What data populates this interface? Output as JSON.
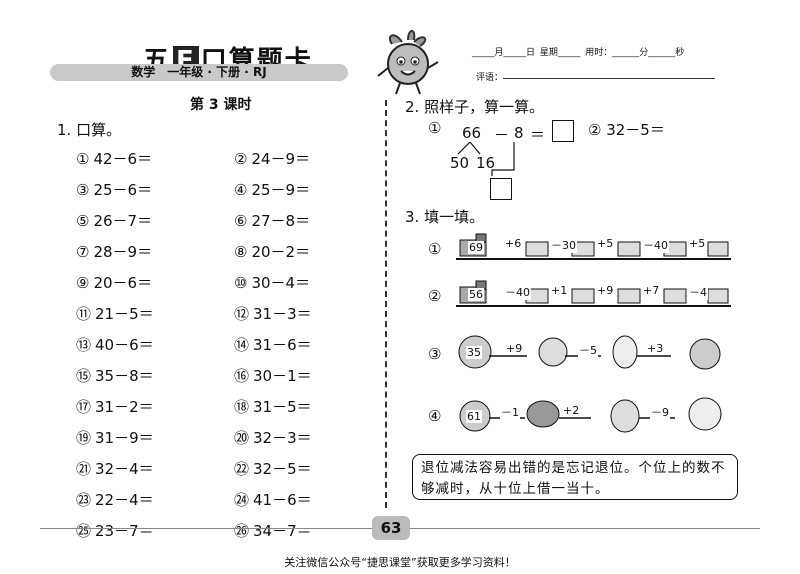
{
  "header": {
    "title_pre": "五",
    "title_e": "E",
    "title_post": "口算题卡",
    "subtitle": "数学　一年级 · 下册 · RJ",
    "date_line": "_____月_____日 星期_____ 用时：______分______秒",
    "pingyu": "评语："
  },
  "lesson": "第 3 课时",
  "section1": {
    "title": "1. 口算。",
    "problems": [
      {
        "num": "①",
        "expr": "42－6＝"
      },
      {
        "num": "②",
        "expr": "24－9＝"
      },
      {
        "num": "③",
        "expr": "25－6＝"
      },
      {
        "num": "④",
        "expr": "25－9＝"
      },
      {
        "num": "⑤",
        "expr": "26－7＝"
      },
      {
        "num": "⑥",
        "expr": "27－8＝"
      },
      {
        "num": "⑦",
        "expr": "28－9＝"
      },
      {
        "num": "⑧",
        "expr": "20－2＝"
      },
      {
        "num": "⑨",
        "expr": "20－6＝"
      },
      {
        "num": "⑩",
        "expr": "30－4＝"
      },
      {
        "num": "⑪",
        "expr": "21－5＝"
      },
      {
        "num": "⑫",
        "expr": "31－3＝"
      },
      {
        "num": "⑬",
        "expr": "40－6＝"
      },
      {
        "num": "⑭",
        "expr": "31－6＝"
      },
      {
        "num": "⑮",
        "expr": "35－8＝"
      },
      {
        "num": "⑯",
        "expr": "30－1＝"
      },
      {
        "num": "⑰",
        "expr": "31－2＝"
      },
      {
        "num": "⑱",
        "expr": "31－5＝"
      },
      {
        "num": "⑲",
        "expr": "31－9＝"
      },
      {
        "num": "⑳",
        "expr": "32－3＝"
      },
      {
        "num": "㉑",
        "expr": "32－4＝"
      },
      {
        "num": "㉒",
        "expr": "32－5＝"
      },
      {
        "num": "㉓",
        "expr": "22－4＝"
      },
      {
        "num": "㉔",
        "expr": "41－6＝"
      },
      {
        "num": "㉕",
        "expr": "23－7＝"
      },
      {
        "num": "㉖",
        "expr": "34－7＝"
      }
    ]
  },
  "section2": {
    "title": "2. 照样子，算一算。",
    "example_num": "①",
    "example_a": "66",
    "example_op": "－",
    "example_b": "8",
    "example_eq": "＝",
    "split_a": "50",
    "split_b": "16",
    "second": "② 32－5＝"
  },
  "section3": {
    "title": "3. 填一填。",
    "rows": [
      {
        "num": "①",
        "start": "69",
        "ops": [
          "+6",
          "－30",
          "+5",
          "－40",
          "+5"
        ]
      },
      {
        "num": "②",
        "start": "56",
        "ops": [
          "－40",
          "+1",
          "+9",
          "+7",
          "－4"
        ]
      },
      {
        "num": "③",
        "start": "35",
        "ops": [
          "+9",
          "－5",
          "+3"
        ]
      },
      {
        "num": "④",
        "start": "61",
        "ops": [
          "－1",
          "+2",
          "－9"
        ]
      }
    ]
  },
  "hint": "退位减法容易出错的是忘记退位。个位上的数不够减时，从十位上借一当十。",
  "page_number": "63",
  "footer": "关注微信公众号“捷思课堂”获取更多学习资料！"
}
